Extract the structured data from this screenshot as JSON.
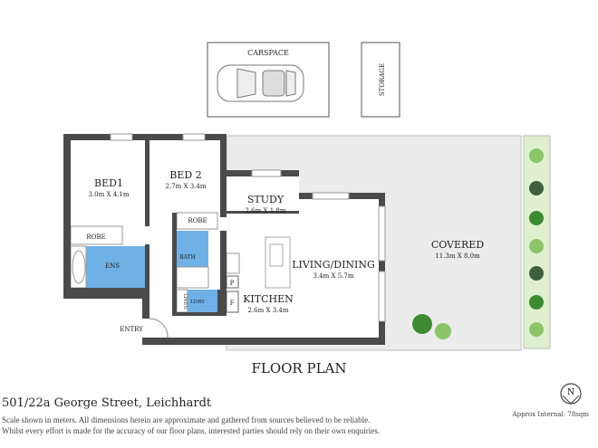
{
  "title": "FLOOR PLAN",
  "address": "501/22a George Street, Leichhardt",
  "disclaimer": [
    "Scale shown in meters. All dimensions herein are approximate and gathered from sources believed to be reliable.",
    "Whilst every effort is made for the accuracy of our floor plans, interested parties should rely on their own enquiries."
  ],
  "area": "Approx Internal: 78sqm",
  "compass": "N",
  "colors": {
    "wall": "#4a4a4a",
    "wet_area": "#6fb1e6",
    "covered": "#ececec",
    "planter": "#dff0cf"
  },
  "rooms": {
    "carspace": "CARSPACE",
    "storage": "STORAGE",
    "bed1": {
      "name": "BED1",
      "dim": "3.0m X 4.1m"
    },
    "bed2": {
      "name": "BED 2",
      "dim": "2.7m X 3.4m"
    },
    "study": {
      "name": "STUDY",
      "dim": "2.6m X 1.8m"
    },
    "living": {
      "name": "LIVING/DINING",
      "dim": "3.4m X 5.7m"
    },
    "kitchen": {
      "name": "KITCHEN",
      "dim": "2.6m X 3.4m"
    },
    "covered": {
      "name": "COVERED",
      "dim": "11.3m X 8.0m"
    },
    "robe1": "ROBE",
    "robe2": "ROBE",
    "ens": "ENS",
    "bath": "BATH",
    "ldry": "LDRY",
    "linen": "LINEN",
    "pantry": "P",
    "fridge": "F",
    "entry": "ENTRY"
  }
}
